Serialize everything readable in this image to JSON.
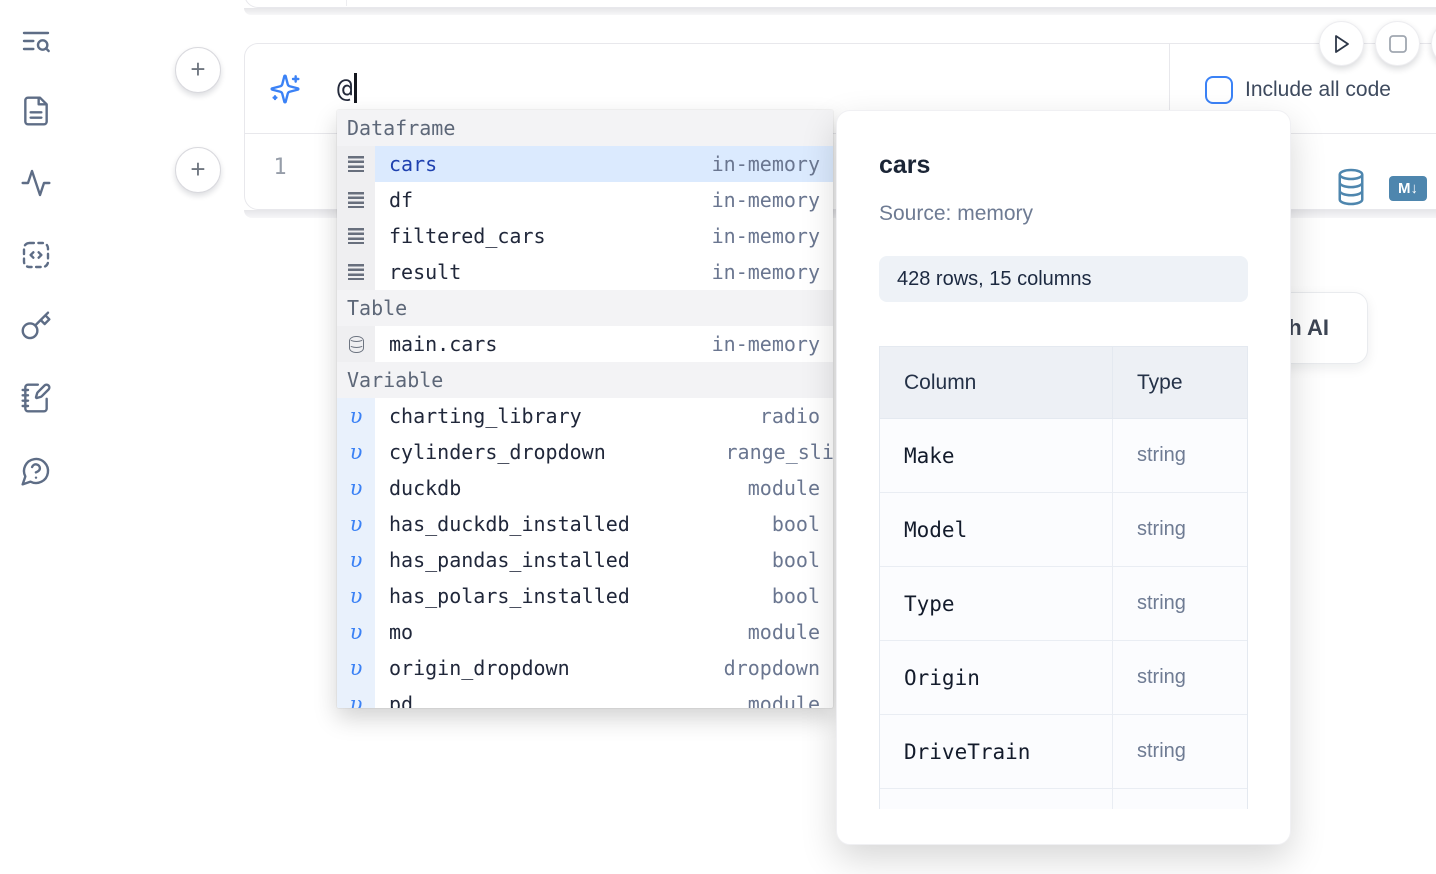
{
  "sidebar": {
    "items": [
      {
        "icon": "text-search-icon"
      },
      {
        "icon": "file-document-icon"
      },
      {
        "icon": "activity-icon"
      },
      {
        "icon": "code-snippets-icon"
      },
      {
        "icon": "key-icon"
      },
      {
        "icon": "notebook-pen-icon"
      },
      {
        "icon": "help-chat-icon"
      }
    ]
  },
  "toolbar": {
    "run_icon": "play-icon",
    "stop_icon": "stop-icon"
  },
  "prompt": {
    "value": "@",
    "sparkle_icon": "sparkles-icon",
    "include_all_code_label": "Include all code"
  },
  "cell": {
    "line_number": "1",
    "datasource_icon": "database-icon",
    "markdown_badge": "M↓"
  },
  "generate_ai_button": {
    "label": "Generate with AI"
  },
  "autocomplete": {
    "sections": [
      {
        "label": "Dataframe",
        "rows": [
          {
            "icon": "df",
            "name": "cars",
            "type": "in-memory",
            "selected": true
          },
          {
            "icon": "df",
            "name": "df",
            "type": "in-memory"
          },
          {
            "icon": "df",
            "name": "filtered_cars",
            "type": "in-memory"
          },
          {
            "icon": "df",
            "name": "result",
            "type": "in-memory"
          }
        ]
      },
      {
        "label": "Table",
        "rows": [
          {
            "icon": "table",
            "name": "main.cars",
            "type": "in-memory"
          }
        ]
      },
      {
        "label": "Variable",
        "rows": [
          {
            "icon": "var",
            "name": "charting_library",
            "type": "radio"
          },
          {
            "icon": "var",
            "name": "cylinders_dropdown",
            "type": "range_slider",
            "clipped": true
          },
          {
            "icon": "var",
            "name": "duckdb",
            "type": "module"
          },
          {
            "icon": "var",
            "name": "has_duckdb_installed",
            "type": "bool"
          },
          {
            "icon": "var",
            "name": "has_pandas_installed",
            "type": "bool"
          },
          {
            "icon": "var",
            "name": "has_polars_installed",
            "type": "bool"
          },
          {
            "icon": "var",
            "name": "mo",
            "type": "module"
          },
          {
            "icon": "var",
            "name": "origin_dropdown",
            "type": "dropdown"
          },
          {
            "icon": "var",
            "name": "pd",
            "type": "module"
          }
        ]
      }
    ]
  },
  "preview": {
    "title": "cars",
    "source": "Source: memory",
    "shape_badge": "428 rows, 15 columns",
    "table": {
      "headers": [
        "Column",
        "Type"
      ],
      "rows": [
        {
          "name": "Make",
          "type": "string"
        },
        {
          "name": "Model",
          "type": "string"
        },
        {
          "name": "Type",
          "type": "string"
        },
        {
          "name": "Origin",
          "type": "string"
        },
        {
          "name": "DriveTrain",
          "type": "string"
        },
        {
          "name": "",
          "type": ""
        }
      ]
    }
  }
}
